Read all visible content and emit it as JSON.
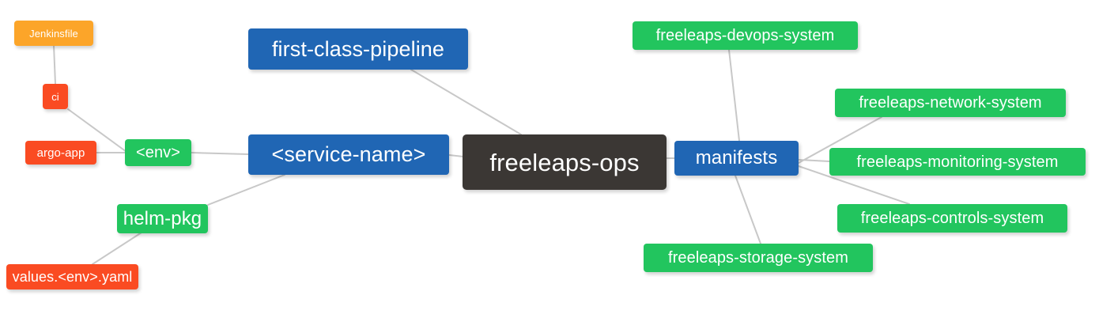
{
  "diagram": {
    "type": "mindmap",
    "title": "freeleaps-ops",
    "background": "#ffffff",
    "edge_color": "#c8c8c8",
    "palette": {
      "root": "#3b3734",
      "blue": "#2066b4",
      "green": "#22c55e",
      "orange": "#fca529",
      "red": "#fa4b22",
      "text": "#ffffff"
    }
  },
  "nodes": {
    "root": {
      "label": "freeleaps-ops",
      "color": "#3b3734"
    },
    "first_class_pipeline": {
      "label": "first-class-pipeline",
      "color": "#2066b4"
    },
    "service_name": {
      "label": "<service-name>",
      "color": "#2066b4"
    },
    "manifests": {
      "label": "manifests",
      "color": "#2066b4"
    },
    "env": {
      "label": "<env>",
      "color": "#22c55e"
    },
    "helm_pkg": {
      "label": "helm-pkg",
      "color": "#22c55e"
    },
    "jenkinsfile": {
      "label": "Jenkinsfile",
      "color": "#fca529"
    },
    "ci": {
      "label": "ci",
      "color": "#fa4b22"
    },
    "argo_app": {
      "label": "argo-app",
      "color": "#fa4b22"
    },
    "values_yaml": {
      "label": "values.<env>.yaml",
      "color": "#fa4b22"
    },
    "devops_system": {
      "label": "freeleaps-devops-system",
      "color": "#22c55e"
    },
    "network_system": {
      "label": "freeleaps-network-system",
      "color": "#22c55e"
    },
    "monitoring_system": {
      "label": "freeleaps-monitoring-system",
      "color": "#22c55e"
    },
    "controls_system": {
      "label": "freeleaps-controls-system",
      "color": "#22c55e"
    },
    "storage_system": {
      "label": "freeleaps-storage-system",
      "color": "#22c55e"
    }
  },
  "edges": [
    {
      "from": "jenkinsfile",
      "to": "ci"
    },
    {
      "from": "ci",
      "to": "env"
    },
    {
      "from": "argo_app",
      "to": "env"
    },
    {
      "from": "env",
      "to": "service_name"
    },
    {
      "from": "helm_pkg",
      "to": "service_name"
    },
    {
      "from": "values_yaml",
      "to": "helm_pkg"
    },
    {
      "from": "service_name",
      "to": "root"
    },
    {
      "from": "first_class_pipeline",
      "to": "root"
    },
    {
      "from": "root",
      "to": "manifests"
    },
    {
      "from": "manifests",
      "to": "devops_system"
    },
    {
      "from": "manifests",
      "to": "network_system"
    },
    {
      "from": "manifests",
      "to": "monitoring_system"
    },
    {
      "from": "manifests",
      "to": "controls_system"
    },
    {
      "from": "manifests",
      "to": "storage_system"
    }
  ]
}
